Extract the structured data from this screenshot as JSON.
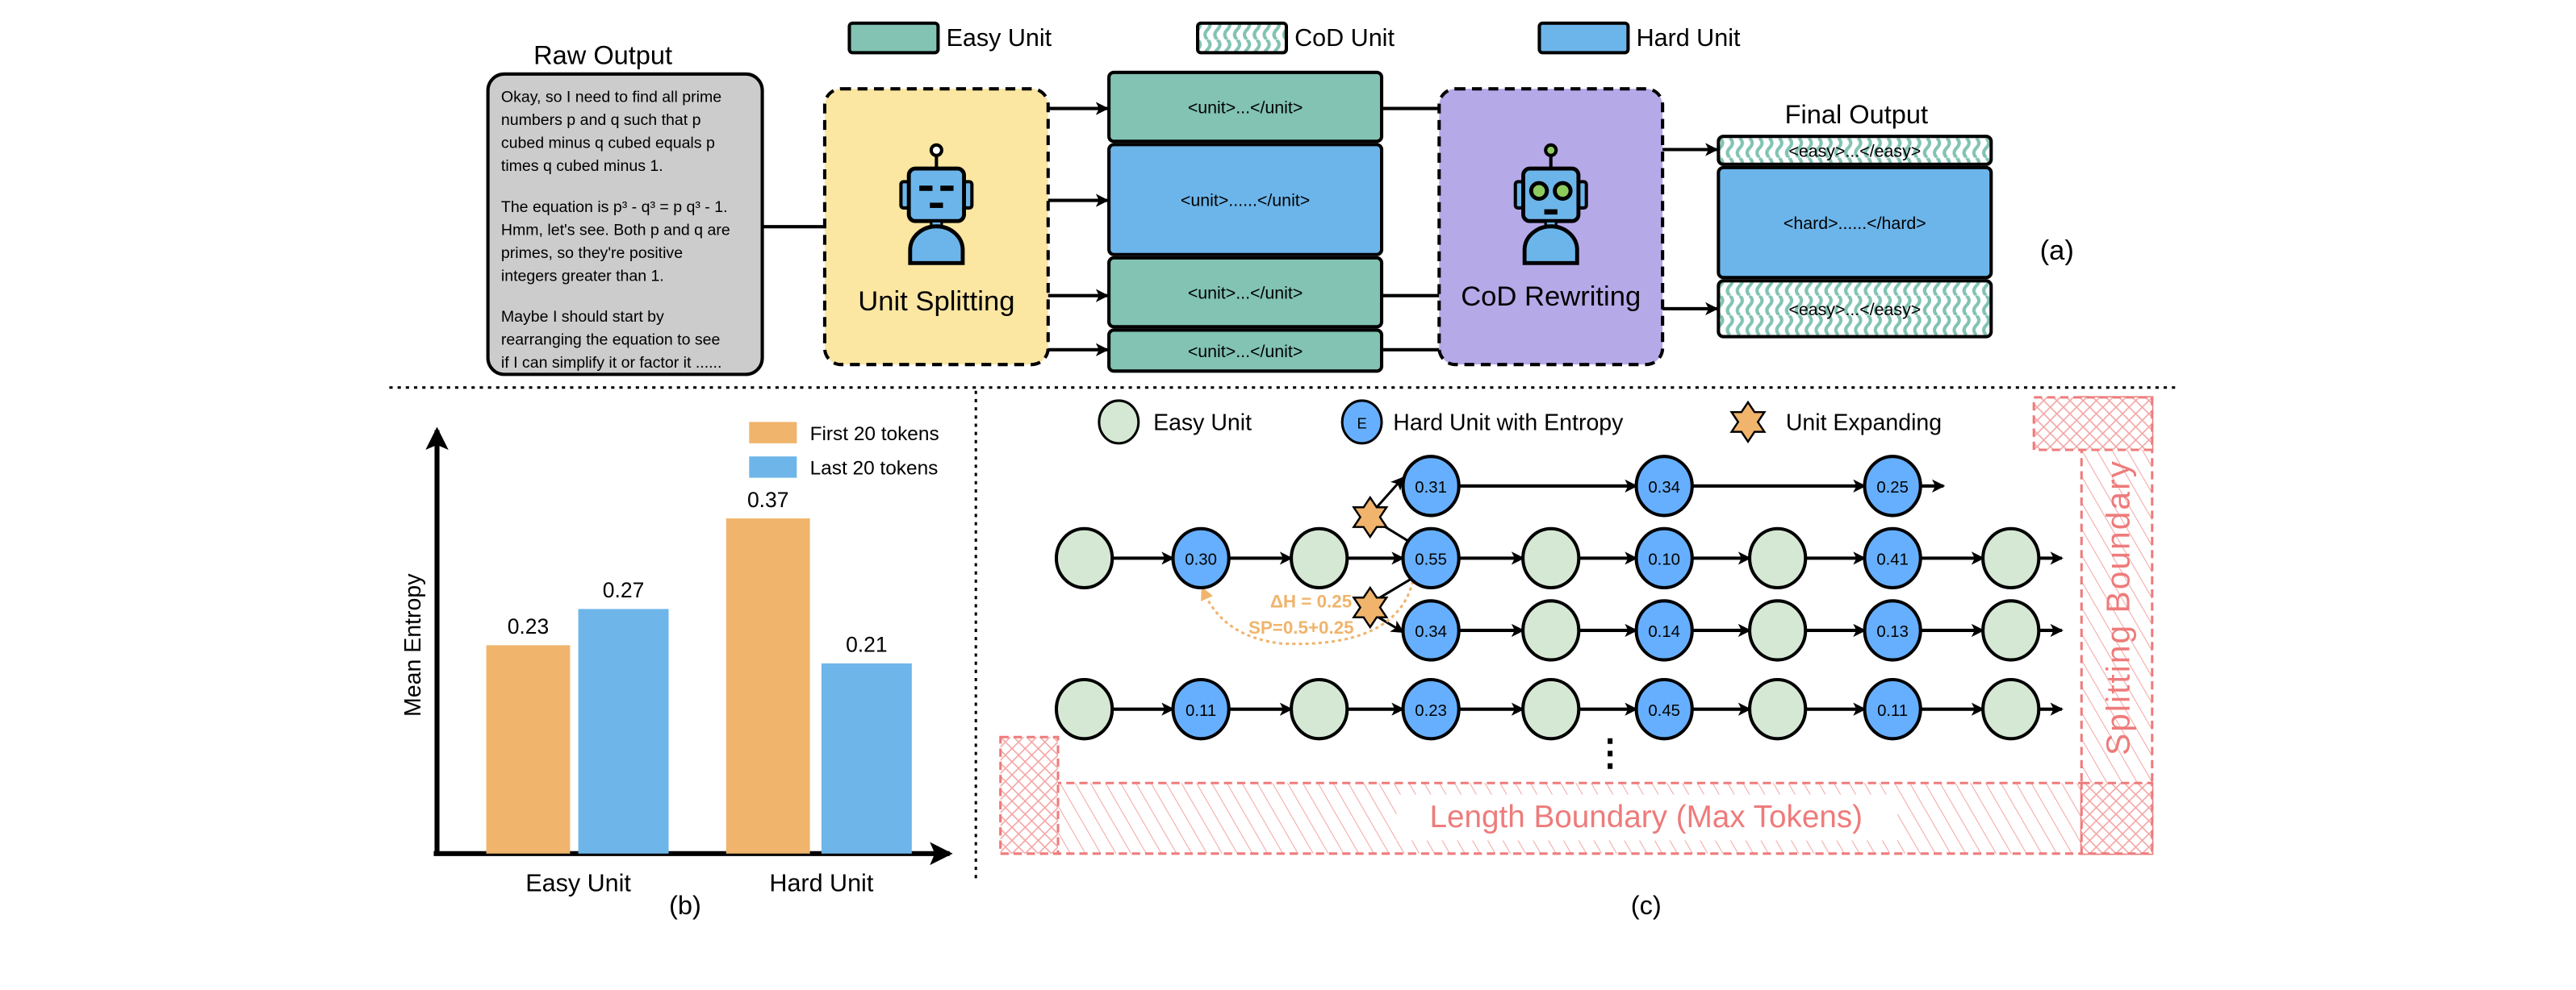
{
  "legend_top": {
    "easy": "Easy Unit",
    "cod": "CoD Unit",
    "hard": "Hard Unit"
  },
  "colors": {
    "easy_unit": "#82C3B3",
    "hard_unit": "#6CB5EA",
    "raw_box": "#CCCCCC",
    "splitting": "#FBE6A2",
    "rewriting": "#B6A9E8",
    "easy_node": "#D5E8D4",
    "hard_node": "#66AFFF",
    "first_tokens": "#F0B46C",
    "last_tokens": "#6EB6EA",
    "boundary": "#EE7B7B",
    "expand_star": "#F0B46C"
  },
  "panel_a": {
    "raw_title": "Raw Output",
    "raw_lines": [
      "Okay, so I need to find all prime",
      "numbers p and q such that p",
      "cubed minus q cubed equals p",
      "times q cubed minus 1.",
      "The equation is p³ - q³ = p q³ - 1.",
      "Hmm, let's see. Both p and q are",
      " primes, so they're positive",
      "integers greater than 1.",
      "Maybe I should start by",
      "rearranging the equation to see",
      "if I can simplify it or factor it ......"
    ],
    "splitting_label": "Unit Splitting",
    "units": [
      {
        "type": "easy",
        "text": "<unit>...</unit>"
      },
      {
        "type": "hard",
        "text": "<unit>......</unit>"
      },
      {
        "type": "easy",
        "text": "<unit>...</unit>"
      },
      {
        "type": "easy",
        "text": "<unit>...</unit>"
      }
    ],
    "rewriting_label": "CoD Rewriting",
    "final_title": "Final Output",
    "final": [
      {
        "type": "cod",
        "text": "<easy>...</easy>"
      },
      {
        "type": "hard",
        "text": "<hard>......</hard>"
      },
      {
        "type": "cod",
        "text": "<easy>...</easy>"
      }
    ],
    "caption": "(a)"
  },
  "panel_b": {
    "caption": "(b)"
  },
  "chart_data": {
    "type": "bar",
    "categories": [
      "Easy Unit",
      "Hard Unit"
    ],
    "series": [
      {
        "name": "First 20 tokens",
        "values": [
          0.23,
          0.37
        ]
      },
      {
        "name": "Last 20 tokens",
        "values": [
          0.27,
          0.21
        ]
      }
    ],
    "labels": [
      [
        "0.23",
        "0.37"
      ],
      [
        "0.27",
        "0.21"
      ]
    ],
    "ylabel": "Mean Entropy",
    "xlabel": "",
    "legend": "top-right",
    "grid": false
  },
  "panel_c": {
    "legend": {
      "easy": "Easy Unit",
      "hard": "Hard Unit with Entropy",
      "hard_glyph": "E",
      "expand": "Unit Expanding"
    },
    "rows": [
      [
        null,
        null,
        null,
        "0.31",
        null,
        "0.34",
        null,
        "0.25",
        null
      ],
      [
        "",
        "0.30",
        "",
        "0.55",
        "",
        "0.10",
        "",
        "0.41",
        ""
      ],
      [
        null,
        null,
        null,
        "0.34",
        "",
        "0.14",
        "",
        "0.13",
        ""
      ],
      [
        "",
        "0.11",
        "",
        "0.23",
        "",
        "0.45",
        "",
        "0.11",
        ""
      ]
    ],
    "delta_h": "ΔH = 0.25",
    "sp": "SP=0.5+0.25",
    "ellipsis": "⋮",
    "length_boundary": "Length Boundary (Max Tokens)",
    "splitting_boundary": "Splitting Boundary",
    "caption": "(c)"
  }
}
